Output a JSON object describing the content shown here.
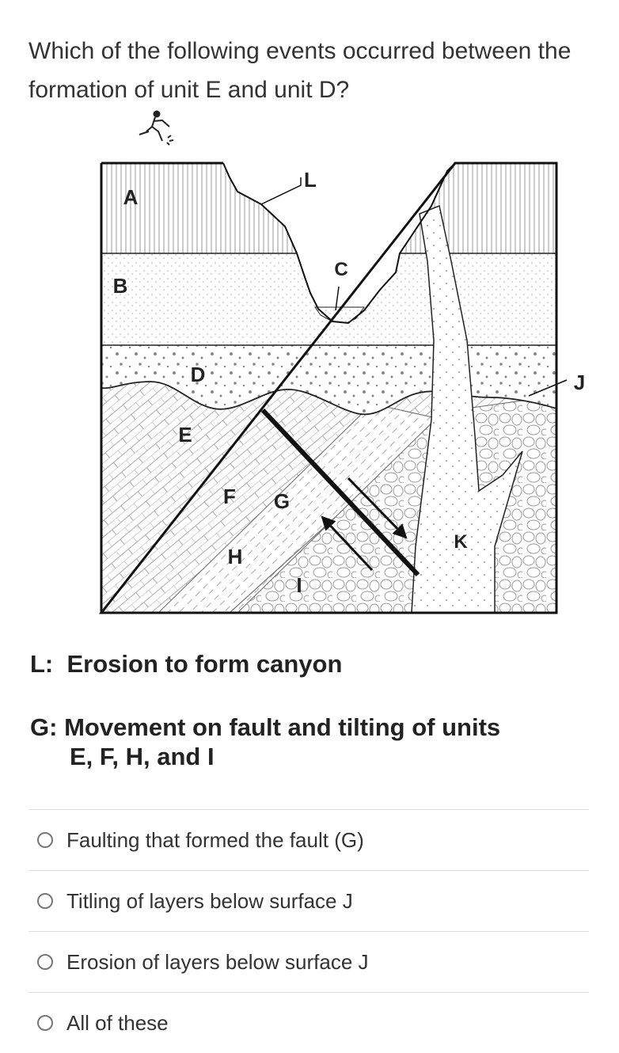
{
  "question": {
    "text": "Which of the following events occurred between the formation of unit E and unit D?"
  },
  "diagram": {
    "labels": {
      "A": "A",
      "B": "B",
      "C": "C",
      "D": "D",
      "E": "E",
      "F": "F",
      "G": "G",
      "H": "H",
      "I": "I",
      "J": "J",
      "K": "K",
      "L": "L"
    }
  },
  "legend": {
    "L_key": "L:",
    "L_text": "Erosion to form canyon",
    "G_key": "G:",
    "G_text_line1": "Movement on fault and tilting of units",
    "G_text_line2": "E, F, H, and I"
  },
  "options": [
    {
      "label": "Faulting that formed the fault (G)"
    },
    {
      "label": "Titling of layers below surface J"
    },
    {
      "label": "Erosion of layers below surface J"
    },
    {
      "label": "All of these"
    }
  ],
  "colors": {
    "outline": "#111111",
    "pattern": "#9a9a9a",
    "radio_border": "#777777",
    "divider": "#dcdcdc"
  }
}
